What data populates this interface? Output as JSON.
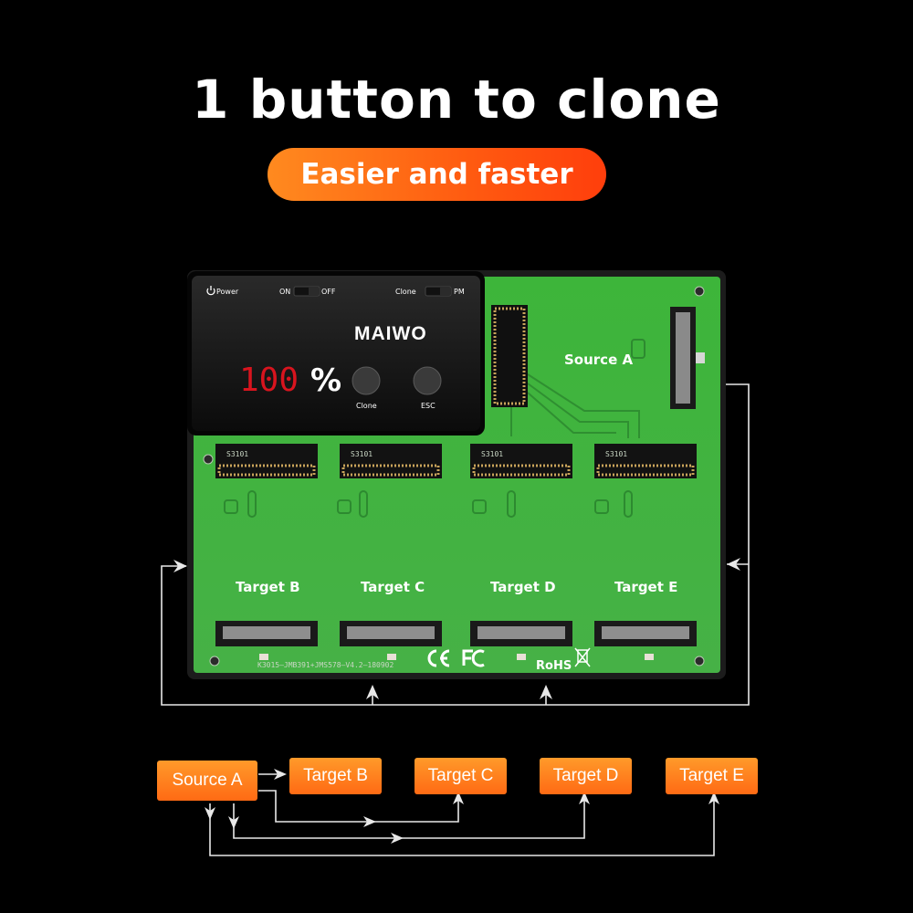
{
  "headline": "1 button to clone",
  "subheadline": "Easier and faster",
  "board": {
    "brand": "MAIWO",
    "power_label": "Power",
    "switch_on": "ON",
    "switch_off": "OFF",
    "mode_clone": "Clone",
    "mode_pm": "PM",
    "display_value": "100",
    "display_unit": "%",
    "clone_button": "Clone",
    "esc_button": "ESC",
    "source_label": "Source A",
    "targets": [
      "Target B",
      "Target C",
      "Target D",
      "Target E"
    ],
    "model_text": "K3015—JMB391+JMS578—V4.2—180902",
    "chip_text": "S3101",
    "rohs": "RoHS"
  },
  "diagram": {
    "source": "Source A",
    "targets": [
      "Target B",
      "Target C",
      "Target D",
      "Target E"
    ]
  },
  "colors": {
    "background": "#000000",
    "board_green": "#3fae3f",
    "accent_orange": "#ff6a14",
    "display_red": "#d8141e"
  }
}
